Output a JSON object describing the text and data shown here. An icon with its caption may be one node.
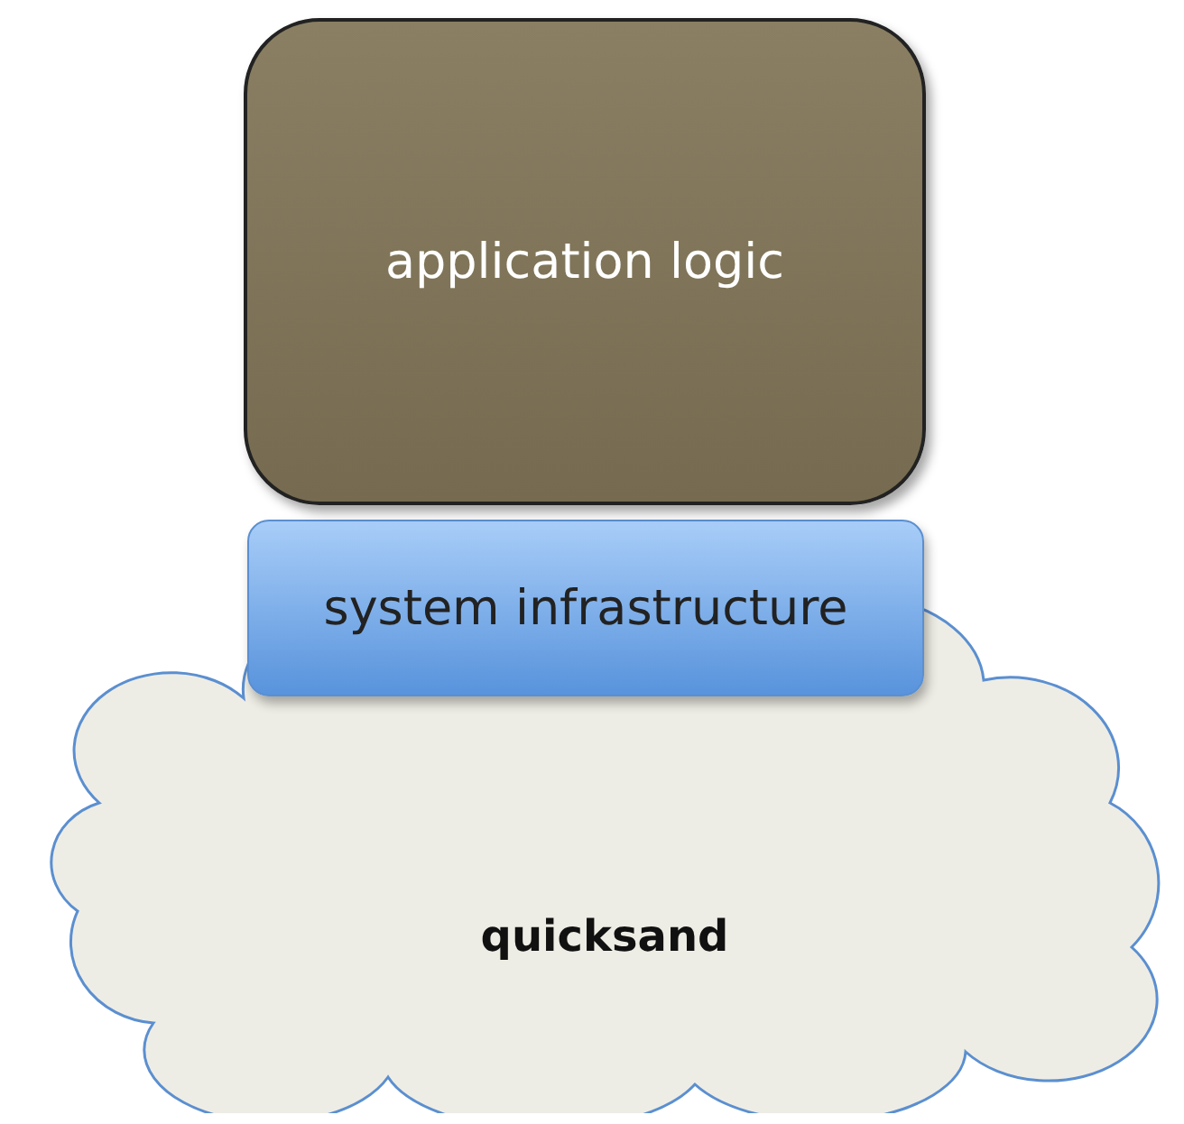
{
  "diagram": {
    "nodes": [
      {
        "text": [
          "application logic"
        ]
      },
      {
        "text": [
          "system infrastructure"
        ]
      },
      {
        "text": [
          "quicksand"
        ]
      }
    ]
  }
}
